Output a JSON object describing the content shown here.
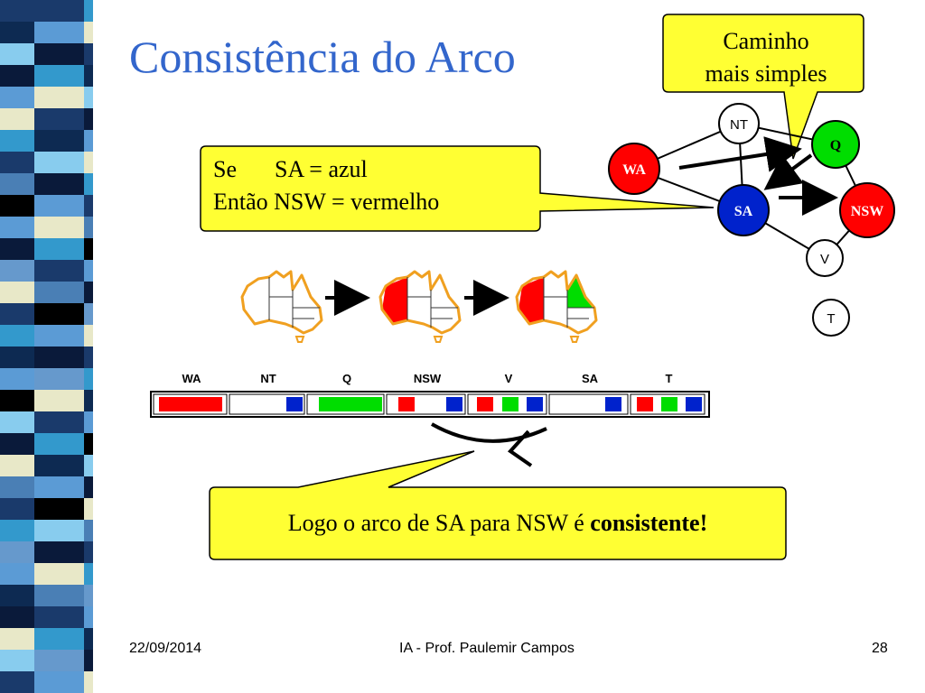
{
  "title": "Consistência do Arco",
  "callouts": {
    "top_right": {
      "line1": "Caminho",
      "line2": "mais simples"
    },
    "rule": {
      "if_word": "Se",
      "if_text": "SA = azul",
      "then_word": "Então",
      "then_text": "NSW = vermelho"
    },
    "conclusion": {
      "text": "Logo o arco de SA para NSW é ",
      "emphasis": "consistente!"
    }
  },
  "graph": {
    "nodes": [
      {
        "id": "NT",
        "label": "NT",
        "color": "#ffffff"
      },
      {
        "id": "Q",
        "label": "Q",
        "color": "#00dd00"
      },
      {
        "id": "WA",
        "label": "WA",
        "color": "#ff0000"
      },
      {
        "id": "SA",
        "label": "SA",
        "color": "#0022cc"
      },
      {
        "id": "NSW",
        "label": "NSW",
        "color": "#ff0000"
      },
      {
        "id": "V",
        "label": "V",
        "color": "#ffffff"
      },
      {
        "id": "T",
        "label": "T",
        "color": "#ffffff"
      }
    ]
  },
  "domain_table": {
    "columns": [
      "WA",
      "NT",
      "Q",
      "NSW",
      "V",
      "SA",
      "T"
    ]
  },
  "colors": {
    "red": "#ff0000",
    "green": "#00dd00",
    "blue": "#0022cc",
    "callout_fill": "#ffff33",
    "title": "#3366cc",
    "map_outline": "#f0a020"
  },
  "footer": {
    "date": "22/09/2014",
    "center": "IA - Prof. Paulemir Campos",
    "page": "28"
  }
}
